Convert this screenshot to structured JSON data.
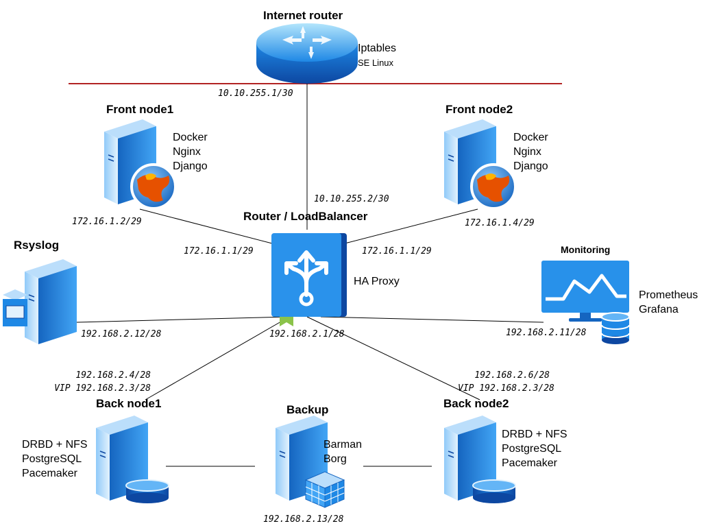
{
  "colors": {
    "wan_line": "#b22222",
    "link": "#000000",
    "icon_blue": "#1e88e5",
    "icon_light": "#8fd3ff"
  },
  "router": {
    "title": "Internet router",
    "desc": [
      "Iptables",
      "SE Linux"
    ],
    "ip_wan": "10.10.255.1/30"
  },
  "loadbalancer": {
    "title": "Router / LoadBalancer",
    "desc": "HA Proxy",
    "ip_wan": "10.10.255.2/30",
    "ip_front_left": "172.16.1.1/29",
    "ip_front_right": "172.16.1.1/29",
    "ip_back": "192.168.2.1/28"
  },
  "front1": {
    "title": "Front node1",
    "desc": [
      "Docker",
      "Nginx",
      "Django"
    ],
    "ip": "172.16.1.2/29"
  },
  "front2": {
    "title": "Front node2",
    "desc": [
      "Docker",
      "Nginx",
      "Django"
    ],
    "ip": "172.16.1.4/29"
  },
  "rsyslog": {
    "title": "Rsyslog",
    "ip": "192.168.2.12/28"
  },
  "monitoring": {
    "title": "Monitoring",
    "desc": [
      "Prometheus",
      "Grafana"
    ],
    "ip": "192.168.2.11/28"
  },
  "back1": {
    "title": "Back node1",
    "desc": [
      "DRBD + NFS",
      "PostgreSQL",
      "Pacemaker"
    ],
    "ip": [
      "192.168.2.4/28",
      "VIP 192.168.2.3/28"
    ]
  },
  "back2": {
    "title": "Back node2",
    "desc": [
      "DRBD + NFS",
      "PostgreSQL",
      "Pacemaker"
    ],
    "ip": [
      "192.168.2.6/28",
      "VIP 192.168.2.3/28"
    ]
  },
  "backup": {
    "title": "Backup",
    "desc": [
      "Barman",
      "Borg"
    ],
    "ip": "192.168.2.13/28"
  }
}
